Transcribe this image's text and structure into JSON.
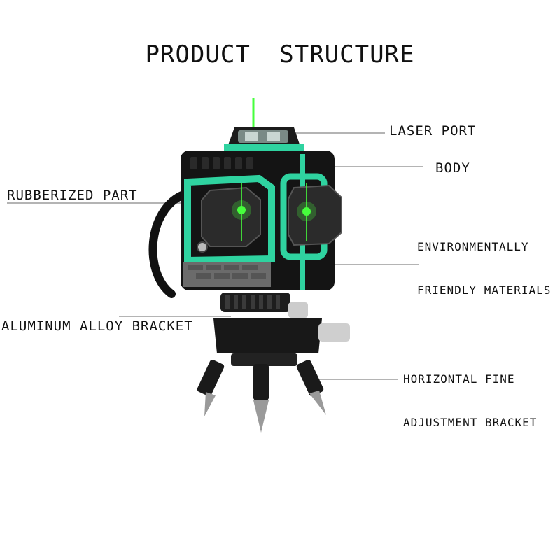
{
  "title": "PRODUCT  STRUCTURE",
  "labels": {
    "laser_port": "LASER PORT",
    "body": "BODY",
    "rubberized_part": "RUBBERIZED PART",
    "environmentally": "ENVIRONMENTALLY",
    "friendly_materials": "FRIENDLY MATERIALS",
    "aluminum_bracket": "ALUMINUM ALLOY BRACKET",
    "horizontal_fine": "HORIZONTAL FINE",
    "adjustment_bracket": "ADJUSTMENT BRACKET"
  },
  "colors": {
    "accent_green": "#2fd3a0",
    "laser_green": "#46ff3c",
    "body_black": "#111111",
    "rubber_gray": "#6b6b6b"
  }
}
